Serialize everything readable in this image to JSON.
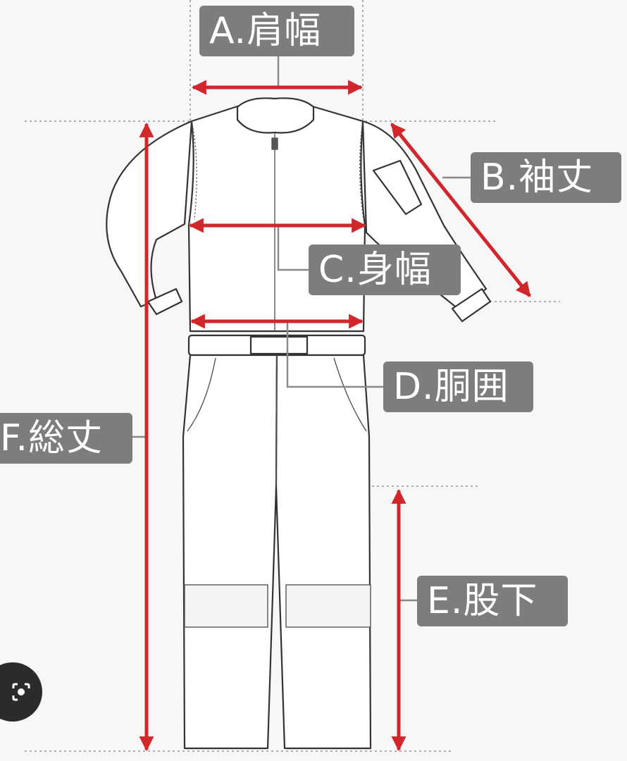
{
  "labels": {
    "a": "A.肩幅",
    "b": "B.袖丈",
    "c": "C.身幅",
    "d": "D.胴囲",
    "e": "E.股下",
    "f": "F.総丈"
  },
  "colors": {
    "arrow": "#d0262c",
    "label_bg": "#7d7d7d",
    "label_text": "#ffffff",
    "outline": "#333333",
    "guide": "#9a9a9a"
  },
  "icons": {
    "lens": "camera-lens-icon"
  }
}
